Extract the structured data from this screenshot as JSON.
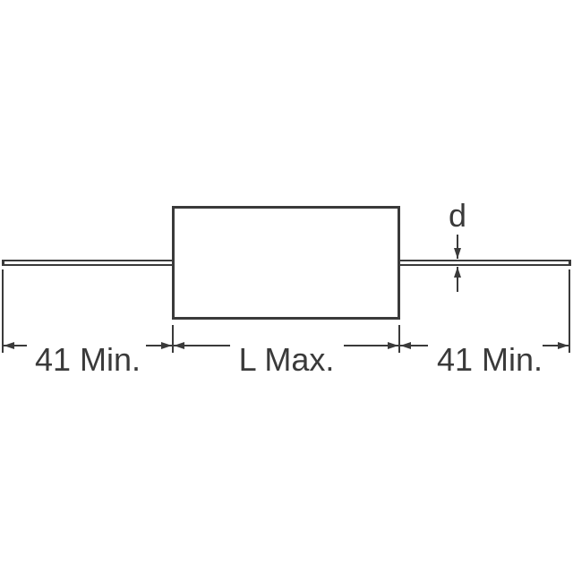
{
  "diagram": {
    "type": "axial-component-dimension-drawing",
    "labels": {
      "left_lead": "41 Min.",
      "body_length": "L Max.",
      "right_lead": "41 Min.",
      "lead_diameter": "d"
    },
    "colors": {
      "line": "#3a3a3a",
      "background": "#ffffff"
    }
  }
}
